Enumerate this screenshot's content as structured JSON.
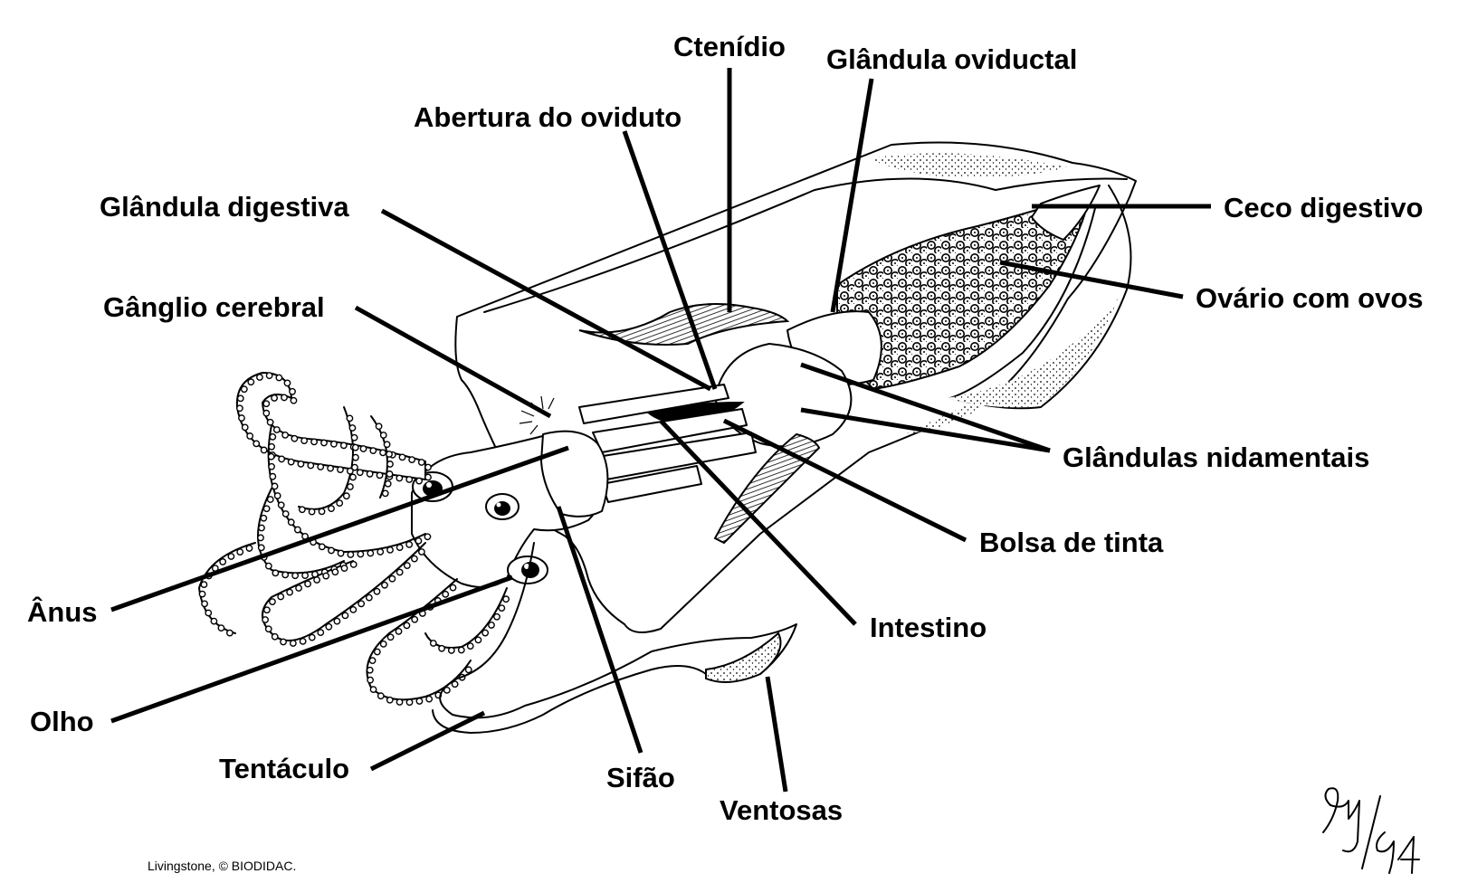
{
  "labels": {
    "ctenidio": "Ctenídio",
    "glandula_oviductal": "Glândula oviductal",
    "abertura_oviduto": "Abertura do oviduto",
    "glandula_digestiva": "Glândula digestiva",
    "ceco_digestivo": "Ceco digestivo",
    "ganglio_cerebral": "Gânglio cerebral",
    "ovario_ovos": "Ovário com ovos",
    "glandulas_nidamentais": "Glândulas nidamentais",
    "bolsa_tinta": "Bolsa de tinta",
    "anus": "Ânus",
    "intestino": "Intestino",
    "olho": "Olho",
    "tentaculo": "Tentáculo",
    "sifao": "Sifão",
    "ventosas": "Ventosas"
  },
  "credit": "Livingstone, © BIODIDAC.",
  "signature": "Guy/94"
}
